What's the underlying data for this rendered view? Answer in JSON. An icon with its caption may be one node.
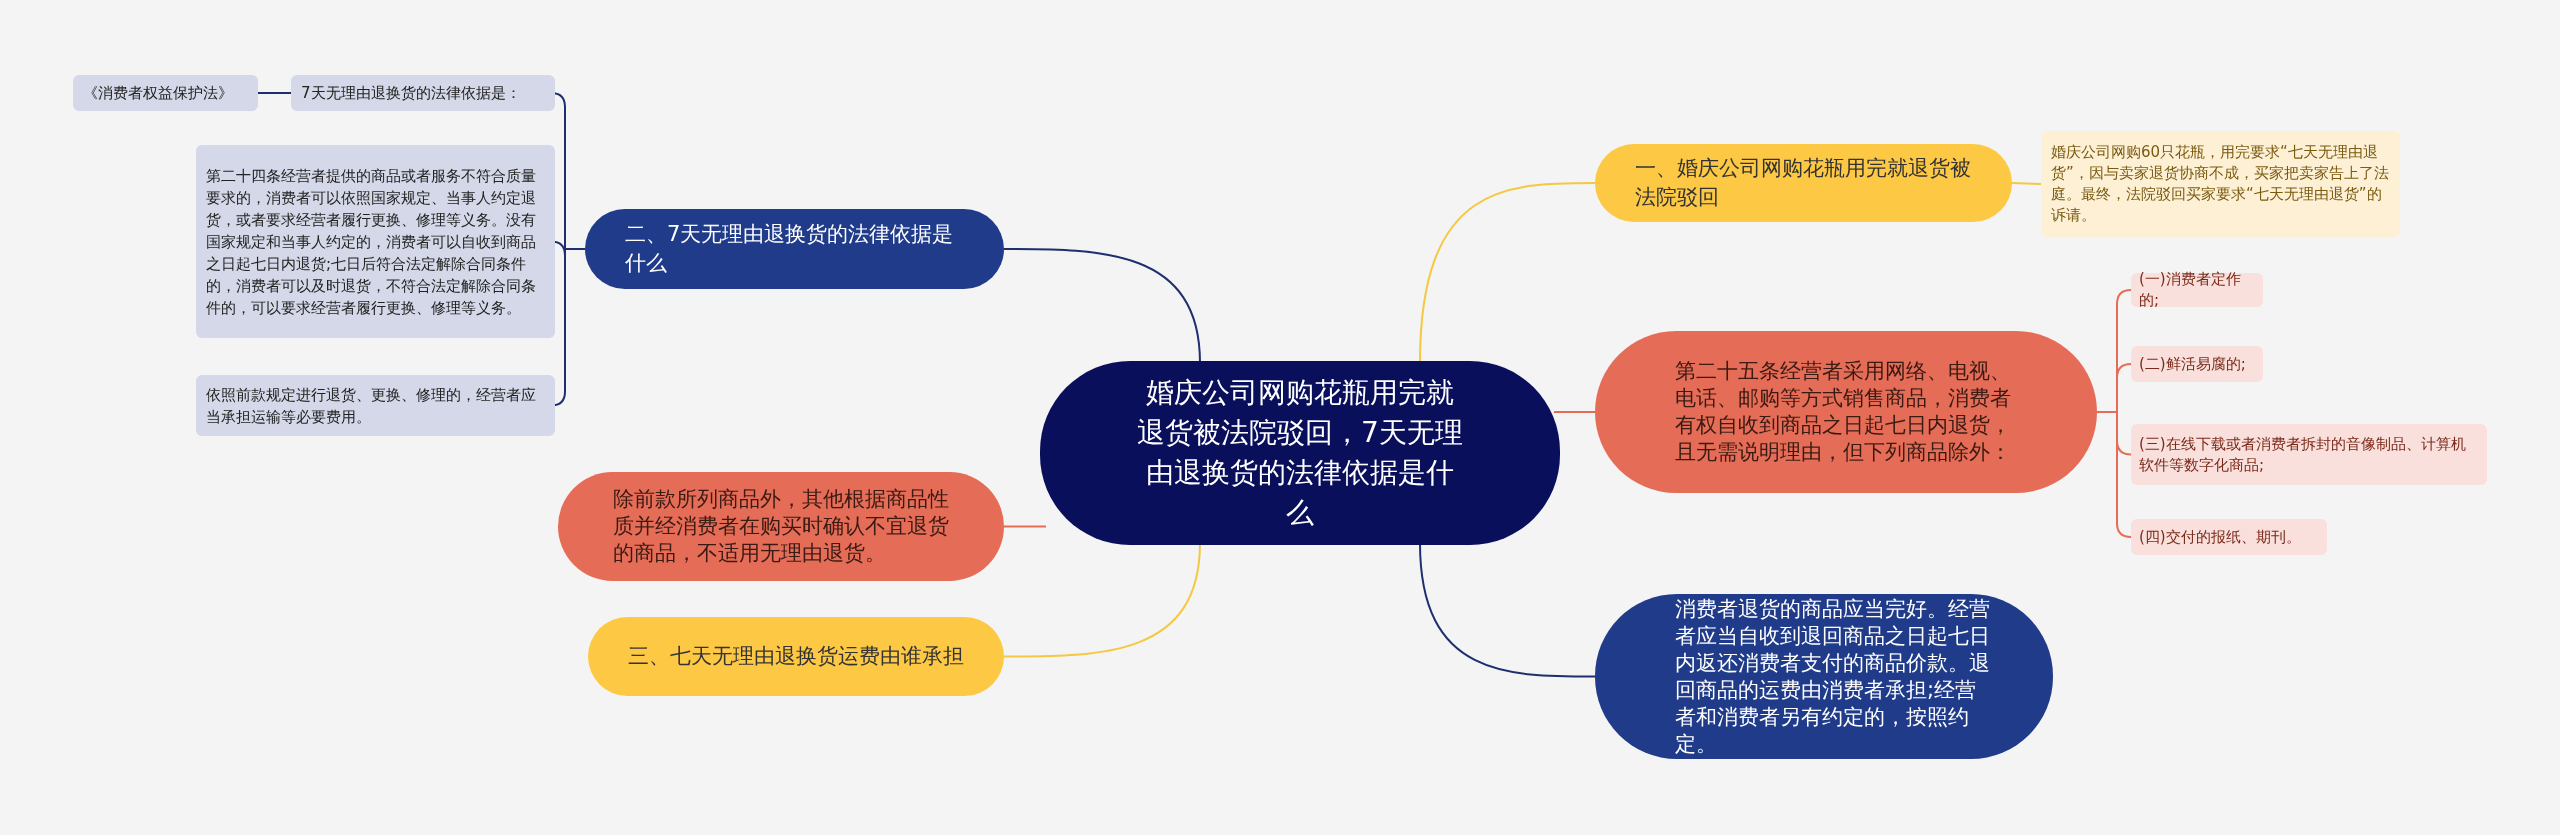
{
  "diagram": {
    "nodes": [
      {
        "text": [
          "婚庆公司网购花瓶用完就退货被法院驳回，7天无理由退换货的法律依据是什么"
        ]
      },
      {
        "text": [
          "二、7天无理由退换货的法律依据是什么"
        ]
      },
      {
        "text": [
          "7天无理由退换货的法律依据是："
        ]
      },
      {
        "text": [
          "《消费者权益保护法》"
        ]
      },
      {
        "text": [
          "第二十四条经营者提供的商品或者服务不符合质量要求的，消费者可以依照国家规定、当事人约定退货，或者要求经营者履行更换、修理等义务。没有国家规定和当事人约定的，消费者可以自收到商品之日起七日内退货;七日后符合法定解除合同条件的，消费者可以及时退货，不符合法定解除合同条件的，可以要求经营者履行更换、修理等义务。"
        ]
      },
      {
        "text": [
          "依照前款规定进行退货、更换、修理的，经营者应当承担运输等必要费用。"
        ]
      },
      {
        "text": [
          "除前款所列商品外，其他根据商品性质并经消费者在购买时确认不宜退货的商品，不适用无理由退货。"
        ]
      },
      {
        "text": [
          "三、七天无理由退换货运费由谁承担"
        ]
      },
      {
        "text": [
          "一、婚庆公司网购花瓶用完就退货被法院驳回"
        ]
      },
      {
        "text": [
          "婚庆公司网购60只花瓶，用完要求“七天无理由退货”，因与卖家退货协商不成，买家把卖家告上了法庭。最终，法院驳回买家要求“七天无理由退货”的诉请。"
        ]
      },
      {
        "text": [
          "第二十五条经营者采用网络、电视、电话、邮购等方式销售商品，消费者有权自收到商品之日起七日内退货，且无需说明理由，但下列商品除外："
        ]
      },
      {
        "text": [
          "(一)消费者定作的;"
        ]
      },
      {
        "text": [
          "(二)鲜活易腐的;"
        ]
      },
      {
        "text": [
          "(三)在线下载或者消费者拆封的音像制品、计算机软件等数字化商品;"
        ]
      },
      {
        "text": [
          "(四)交付的报纸、期刊。"
        ]
      },
      {
        "text": [
          "消费者退货的商品应当完好。经营者应当自收到退回商品之日起七日内返还消费者支付的商品价款。退回商品的运费由消费者承担;经营者和消费者另有约定的，按照约定。"
        ]
      }
    ],
    "edges": [
      {
        "from": 0,
        "to": 1,
        "arrow": "none"
      },
      {
        "from": 1,
        "to": 2,
        "arrow": "none"
      },
      {
        "from": 2,
        "to": 3,
        "arrow": "none"
      },
      {
        "from": 1,
        "to": 4,
        "arrow": "none"
      },
      {
        "from": 1,
        "to": 5,
        "arrow": "none"
      },
      {
        "from": 0,
        "to": 6,
        "arrow": "none",
        "color": "#e56c56"
      },
      {
        "from": 0,
        "to": 7,
        "arrow": "none",
        "color": "#f5c842"
      },
      {
        "from": 0,
        "to": 8,
        "arrow": "none",
        "color": "#f5c842"
      },
      {
        "from": 8,
        "to": 9,
        "arrow": "none",
        "color": "#f5c842"
      },
      {
        "from": 0,
        "to": 10,
        "arrow": "none",
        "color": "#e56c56"
      },
      {
        "from": 10,
        "to": 11,
        "arrow": "none",
        "color": "#e56c56"
      },
      {
        "from": 10,
        "to": 12,
        "arrow": "none",
        "color": "#e56c56"
      },
      {
        "from": 10,
        "to": 13,
        "arrow": "none",
        "color": "#e56c56"
      },
      {
        "from": 10,
        "to": 14,
        "arrow": "none",
        "color": "#e56c56"
      },
      {
        "from": 0,
        "to": 15,
        "arrow": "none"
      }
    ]
  }
}
